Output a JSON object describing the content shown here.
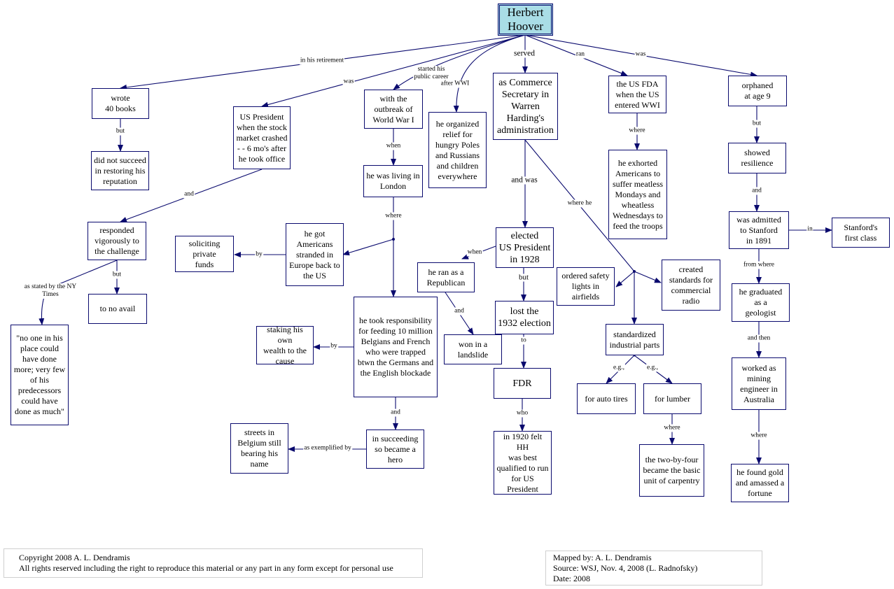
{
  "nodes": {
    "herbert_hoover": "Herbert\nHoover",
    "wrote_40_books": "wrote\n40 books",
    "did_not_succeed": "did not succeed\nin restoring his\nreputation",
    "us_president_crash": "US President\nwhen the stock\nmarket crashed\n- - 6 mo's after\nhe took office",
    "responded": "responded\nvigorously to\nthe challenge",
    "to_no_avail": "to no avail",
    "quote": "\"no one in his\nplace could\nhave done\nmore; very few\nof his\npredecessors\ncould have\ndone as much\"",
    "outbreak_wwi": "with the\noutbreak of\nWorld War I",
    "living_london": "he was living in\nLondon",
    "got_americans": "he got\nAmericans\nstranded in\nEurope back to\nthe US",
    "soliciting": "soliciting\nprivate\nfunds",
    "took_responsibility": "he took responsibility\nfor feeding 10 million\nBelgians and French\nwho were trapped\nbtwn the Germans and\nthe English blockade",
    "staking": "staking his own\nwealth to the\ncause",
    "succeeding_hero": "in succeeding\nso became a\nhero",
    "streets_belgium": "streets in\nBelgium still\nbearing his\nname",
    "organized_relief": "he organized\nrelief for\nhungry Poles\nand Russians\nand children\neverywhere",
    "commerce_secretary": "as Commerce\nSecretary in\nWarren\nHarding's\nadministration",
    "elected_president": "elected\nUS President\nin 1928",
    "ran_republican": "he ran as a\nRepublican",
    "won_landslide": "won in a\nlandslide",
    "lost_1932": "lost the\n1932 election",
    "fdr": "FDR",
    "in_1920": "in 1920 felt HH\nwas best\nqualified to run\nfor US\nPresident",
    "safety_lights": "ordered safety\nlights in\nairfields",
    "created_standards": "created\nstandards for\ncommercial\nradio",
    "standardized_parts": "standardized\nindustrial parts",
    "auto_tires": "for auto tires",
    "for_lumber": "for lumber",
    "two_by_four": "the two-by-four\nbecame the basic\nunit of carpentry",
    "fda": "the US FDA\nwhen the US\nentered WWI",
    "exhorted": "he exhorted\nAmericans to\nsuffer meatless\nMondays and\nwheatless\nWednesdays to\nfeed the troops",
    "orphaned": "orphaned\nat age 9",
    "resilience": "showed\nresilience",
    "admitted_stanford": "was admitted\nto Stanford\nin 1891",
    "first_class": "Stanford's\nfirst class",
    "graduated": "he graduated\nas a\ngeologist",
    "mining_engineer": "worked as\nmining\nengineer in\nAustralia",
    "found_gold": "he found gold\nand amassed a\nfortune"
  },
  "edge_labels": {
    "in_his_retirement": "in his retirement",
    "was_1": "was",
    "started_public_career": "started his\npublic career",
    "after_wwi": "after WWI",
    "served": "served",
    "ran": "ran",
    "was_2": "was",
    "but_1": "but",
    "and_1": "and",
    "but_2": "but",
    "as_stated": "as stated by the NY\nTimes",
    "when_1": "when",
    "where_1": "where",
    "by_1": "by",
    "by_2": "by",
    "and_2": "and",
    "as_exemplified": "as exemplified by",
    "and_was": "and was",
    "when_2": "when",
    "and_3": "and",
    "but_3": "but",
    "to": "to",
    "who": "who",
    "where_he": "where he",
    "eg_1": "e.g.,",
    "eg_2": "e.g.,",
    "where_2": "where",
    "where_3": "where",
    "but_4": "but",
    "and_4": "and",
    "in": "in",
    "from_where": "from where",
    "and_then": "and then",
    "where_4": "where"
  },
  "footer": {
    "copyright_line1": "Copyright 2008  A. L. Dendramis",
    "copyright_line2": "All rights reserved including the right to reproduce this material or any part in any form except for personal use",
    "mapped_by": "Mapped by:  A. L. Dendramis",
    "source": "Source:  WSJ, Nov. 4, 2008 (L. Radnofsky)",
    "date": "Date: 2008"
  },
  "colors": {
    "edge": "#0a0a6e",
    "root_fill": "#a9dde6",
    "node_border": "#0a0a6e"
  }
}
